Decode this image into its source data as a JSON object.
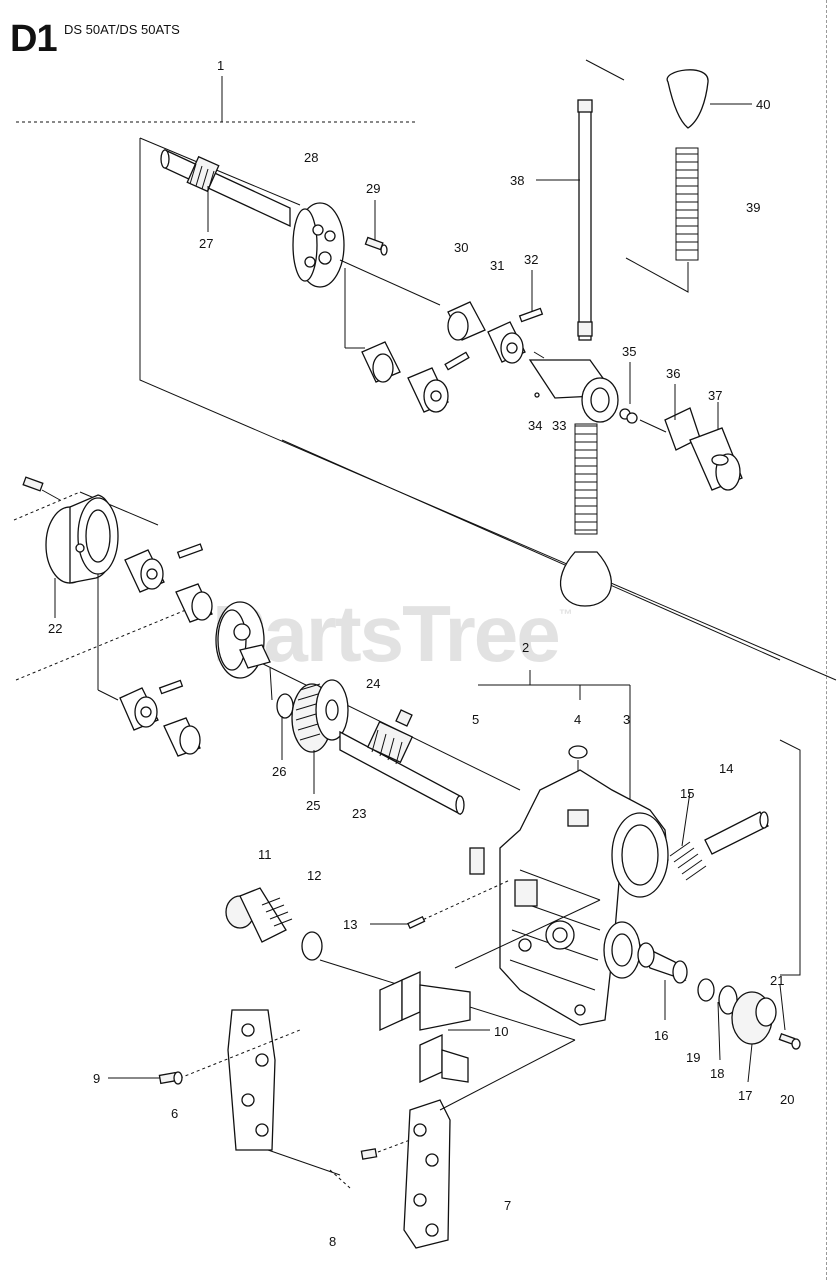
{
  "header": {
    "section_code": "D1",
    "model": "DS 50AT/DS 50ATS"
  },
  "watermark": {
    "text": "PartsTree",
    "trademark": "™"
  },
  "callouts": [
    {
      "id": "1",
      "label": "1"
    },
    {
      "id": "2",
      "label": "2"
    },
    {
      "id": "3",
      "label": "3"
    },
    {
      "id": "4",
      "label": "4"
    },
    {
      "id": "5",
      "label": "5"
    },
    {
      "id": "6",
      "label": "6"
    },
    {
      "id": "7",
      "label": "7"
    },
    {
      "id": "8",
      "label": "8"
    },
    {
      "id": "9",
      "label": "9"
    },
    {
      "id": "10",
      "label": "10"
    },
    {
      "id": "11",
      "label": "11"
    },
    {
      "id": "12",
      "label": "12"
    },
    {
      "id": "13",
      "label": "13"
    },
    {
      "id": "14",
      "label": "14"
    },
    {
      "id": "15",
      "label": "15"
    },
    {
      "id": "16",
      "label": "16"
    },
    {
      "id": "17",
      "label": "17"
    },
    {
      "id": "18",
      "label": "18"
    },
    {
      "id": "19",
      "label": "19"
    },
    {
      "id": "20",
      "label": "20"
    },
    {
      "id": "21",
      "label": "21"
    },
    {
      "id": "22",
      "label": "22"
    },
    {
      "id": "23",
      "label": "23"
    },
    {
      "id": "24",
      "label": "24"
    },
    {
      "id": "25",
      "label": "25"
    },
    {
      "id": "26",
      "label": "26"
    },
    {
      "id": "27",
      "label": "27"
    },
    {
      "id": "28",
      "label": "28"
    },
    {
      "id": "29",
      "label": "29"
    },
    {
      "id": "30",
      "label": "30"
    },
    {
      "id": "31",
      "label": "31"
    },
    {
      "id": "32",
      "label": "32"
    },
    {
      "id": "33",
      "label": "33"
    },
    {
      "id": "34",
      "label": "34"
    },
    {
      "id": "35",
      "label": "35"
    },
    {
      "id": "36",
      "label": "36"
    },
    {
      "id": "37",
      "label": "37"
    },
    {
      "id": "38",
      "label": "38"
    },
    {
      "id": "39",
      "label": "39"
    },
    {
      "id": "40",
      "label": "40"
    }
  ]
}
